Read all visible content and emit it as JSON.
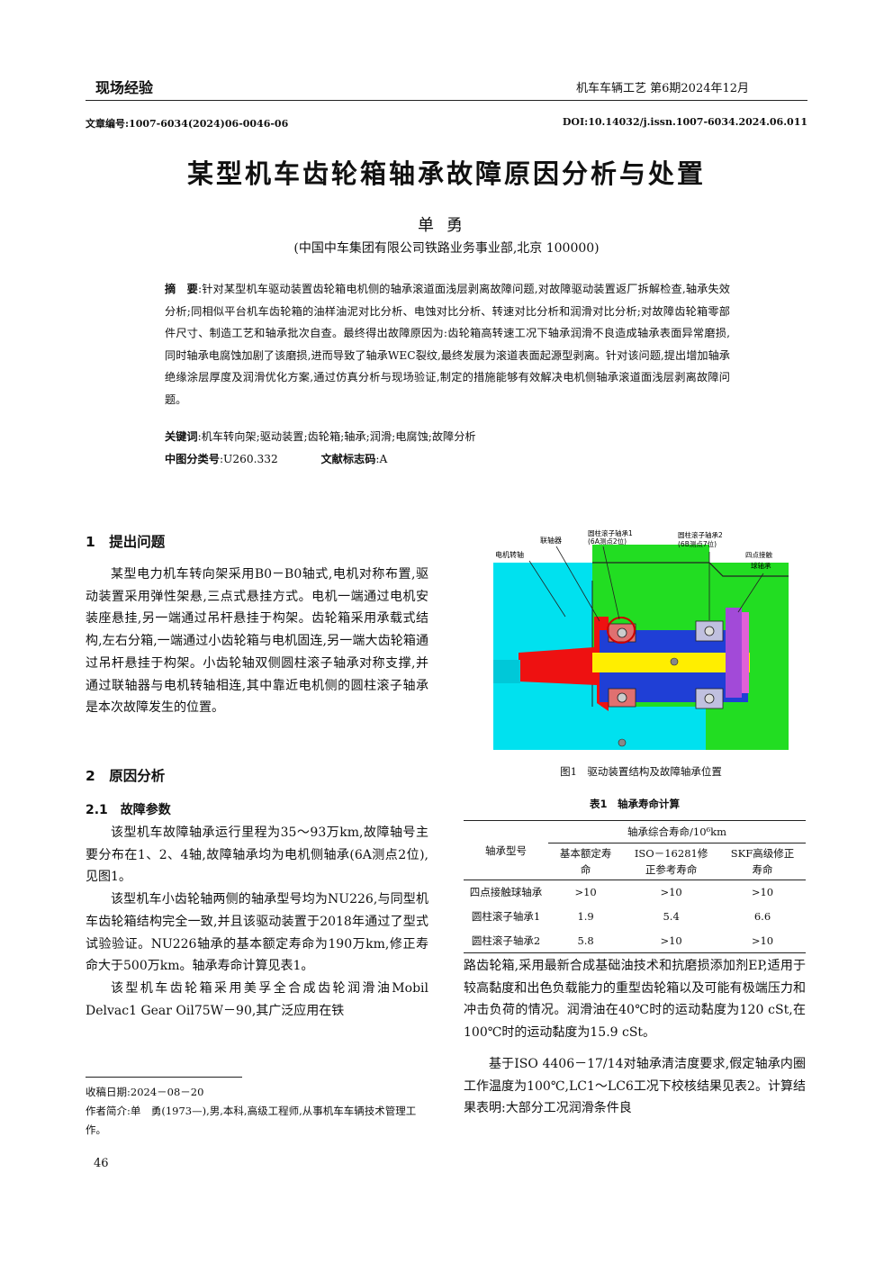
{
  "header": {
    "section": "现场经验",
    "journal": "机车车辆工艺  第6期2024年12月"
  },
  "meta": {
    "article_no": "文章编号:1007-6034(2024)06-0046-06",
    "doi": "DOI:10.14032/j.issn.1007-6034.2024.06.011"
  },
  "title": "某型机车齿轮箱轴承故障原因分析与处置",
  "author": "单勇",
  "affiliation": "(中国中车集团有限公司铁路业务事业部,北京 100000)",
  "abstract": {
    "label": "摘　要",
    "text": ":针对某型机车驱动装置齿轮箱电机侧的轴承滚道面浅层剥离故障问题,对故障驱动装置返厂拆解检查,轴承失效分析;同相似平台机车齿轮箱的油样油泥对比分析、电蚀对比分析、转速对比分析和润滑对比分析;对故障齿轮箱零部件尺寸、制造工艺和轴承批次自查。最终得出故障原因为:齿轮箱高转速工况下轴承润滑不良造成轴承表面异常磨损,同时轴承电腐蚀加剧了该磨损,进而导致了轴承WEC裂纹,最终发展为滚道表面起源型剥离。针对该问题,提出增加轴承绝缘涂层厚度及润滑优化方案,通过仿真分析与现场验证,制定的措施能够有效解决电机侧轴承滚道面浅层剥离故障问题。"
  },
  "keywords": {
    "label": "关键词",
    "text": ":机车转向架;驱动装置;齿轮箱;轴承;润滑;电腐蚀;故障分析"
  },
  "classification": {
    "clc_label": "中图分类号",
    "clc": ":U260.332",
    "doc_label": "文献标志码",
    "doc": ":A"
  },
  "section1": {
    "heading": "1　提出问题",
    "paragraph": "某型电力机车转向架采用B0－B0轴式,电机对称布置,驱动装置采用弹性架悬,三点式悬挂方式。电机一端通过电机安装座悬挂,另一端通过吊杆悬挂于构架。齿轮箱采用承载式结构,左右分箱,一端通过小齿轮箱与电机固连,另一端大齿轮箱通过吊杆悬挂于构架。小齿轮轴双侧圆柱滚子轴承对称支撑,并通过联轴器与电机转轴相连,其中靠近电机侧的圆柱滚子轴承是本次故障发生的位置。"
  },
  "section2": {
    "heading": "2　原因分析",
    "sub_heading": "2.1　故障参数",
    "paragraphs": [
      "该型机车故障轴承运行里程为35～93万km,故障轴号主要分布在1、2、4轴,故障轴承均为电机侧轴承(6A测点2位),见图1。",
      "该型机车小齿轮轴两侧的轴承型号均为NU226,与同型机车齿轮箱结构完全一致,并且该驱动装置于2018年通过了型式试验验证。NU226轴承的基本额定寿命为190万km,修正寿命大于500万km。轴承寿命计算见表1。",
      "该型机车齿轮箱采用美孚全合成齿轮润滑油Mobil Delvac1 Gear Oil75W－90,其广泛应用在铁"
    ]
  },
  "right_column": {
    "cont_paragraph": "路齿轮箱,采用最新合成基础油技术和抗磨损添加剂EP,适用于较高黏度和出色负载能力的重型齿轮箱以及可能有极端压力和冲击负荷的情况。润滑油在40℃时的运动黏度为120 cSt,在100℃时的运动黏度为15.9 cSt。",
    "paragraph": "基于ISO 4406－17/14对轴承清洁度要求,假定轴承内圈工作温度为100℃,LC1～LC6工况下校核结果见表2。计算结果表明:大部分工况润滑条件良"
  },
  "figure1": {
    "caption": "图1　驱动装置结构及故障轴承位置",
    "labels": {
      "motor_shaft": "电机转轴",
      "coupling": "联轴器",
      "bearing1": "圆柱滚子轴承1",
      "bearing1_sub": "(6A测点2位)",
      "bearing2": "圆柱滚子轴承2",
      "bearing2_sub": "(6B测点7位)",
      "four_point": "四点接触",
      "four_point_2": "球轴承"
    },
    "colors": {
      "cyan": "#00e1ef",
      "green": "#22dd22",
      "red": "#ee1111",
      "blue": "#1f3fd6",
      "yellow": "#ffee00",
      "purple": "#a24ad8",
      "magenta": "#e060d8"
    }
  },
  "table1": {
    "caption": "表1　轴承寿命计算",
    "col0_header": "轴承型号",
    "group_header": "轴承综合寿命/10⁶km",
    "sub_headers": [
      "基本额定寿命",
      "ISO－16281修正参考寿命",
      "SKF高级修正寿命"
    ],
    "rows": [
      [
        "四点接触球轴承",
        ">10",
        ">10",
        ">10"
      ],
      [
        "圆柱滚子轴承1",
        "1.9",
        "5.4",
        "6.6"
      ],
      [
        "圆柱滚子轴承2",
        "5.8",
        ">10",
        ">10"
      ]
    ]
  },
  "footnote": {
    "received": "收稿日期:2024－08－20",
    "author_info": "作者简介:单　勇(1973—),男,本科,高级工程师,从事机车车辆技术管理工作。"
  },
  "page_number": "46"
}
